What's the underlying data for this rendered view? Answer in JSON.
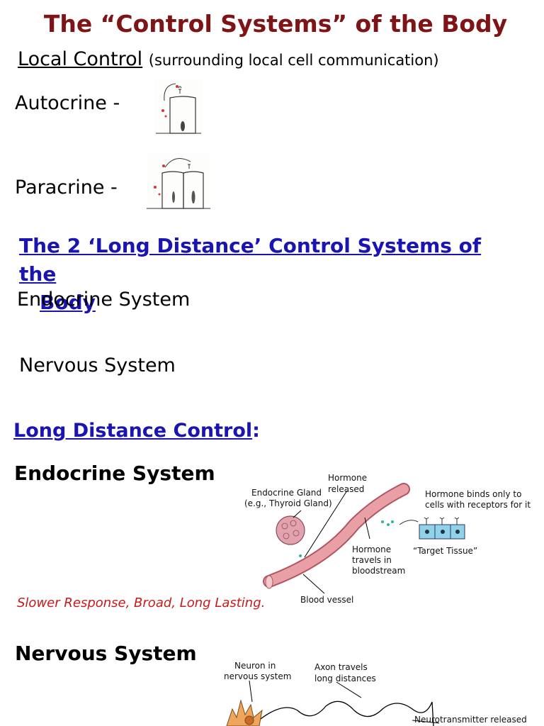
{
  "title": "The “Control Systems” of the Body",
  "local_control": {
    "heading": "Local Control",
    "note": "(surrounding local cell communication)",
    "items": [
      {
        "label": "Autocrine -"
      },
      {
        "label": "Paracrine -"
      }
    ]
  },
  "long_distance": {
    "heading_line1": "The 2 ‘Long Distance’ Control Systems of the",
    "heading_line2": "Body",
    "systems": [
      "Endocrine System",
      "Nervous System"
    ]
  },
  "long_distance_control": {
    "heading": "Long Distance Control",
    "colon": ":"
  },
  "endocrine": {
    "heading": "Endocrine System",
    "note": "Slower Response, Broad, Long Lasting.",
    "diagram": {
      "gland_line1": "Endocrine Gland",
      "gland_line2": "(e.g., Thyroid Gland)",
      "hormone_released_line1": "Hormone",
      "hormone_released_line2": "released",
      "binds_line1": "Hormone binds only to",
      "binds_line2": "cells with receptors for it",
      "target": "“Target Tissue”",
      "travels_line1": "Hormone",
      "travels_line2": "travels in",
      "travels_line3": "bloodstream",
      "vessel": "Blood vessel"
    }
  },
  "nervous": {
    "heading": "Nervous System",
    "diagram": {
      "neuron_line1": "Neuron in",
      "neuron_line2": "nervous system",
      "axon_line1": "Axon travels",
      "axon_line2": "long distances",
      "neurotransmitter": "Neurotransmitter released"
    }
  },
  "colors": {
    "title": "#7f1416",
    "heading_blue": "#1a14b3",
    "note_red": "#c8191b",
    "vessel": "#e8a0a6",
    "target_cells": "#8fd3e8"
  }
}
